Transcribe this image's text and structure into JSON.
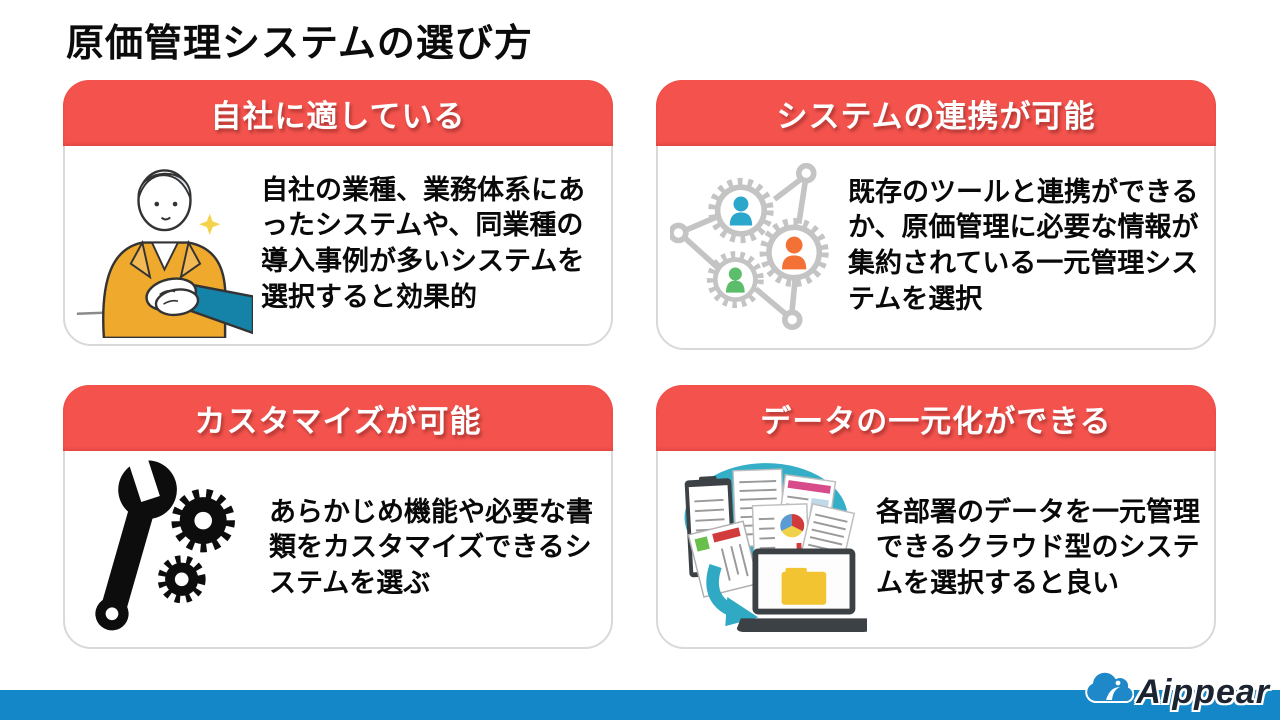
{
  "title": "原価管理システムの選び方",
  "cards": [
    {
      "header": "自社に適している",
      "body": "自社の業種、業務体系にあったシステムや、同業種の導入事例が多いシステムを選択すると効果的",
      "illustration": "handshake-person"
    },
    {
      "header": "システムの連携が可能",
      "body": "既存のツールと連携ができるか、原価管理に必要な情報が集約されている一元管理システムを選択",
      "illustration": "network-gears-people"
    },
    {
      "header": "カスタマイズが可能",
      "body": "あらかじめ機能や必要な書類をカスタマイズできるシステムを選ぶ",
      "illustration": "wrench-and-gears"
    },
    {
      "header": "データの一元化ができる",
      "body": "各部署のデータを一元管理できるクラウド型のシステムを選択すると良い",
      "illustration": "cloud-documents-to-laptop"
    }
  ],
  "footer": {
    "logo_text": "Aippear"
  },
  "colors": {
    "header_red": "#F4534D",
    "card_border": "#D9D9D9",
    "band_blue": "#1487C9",
    "logo_navy": "#1B2430"
  }
}
